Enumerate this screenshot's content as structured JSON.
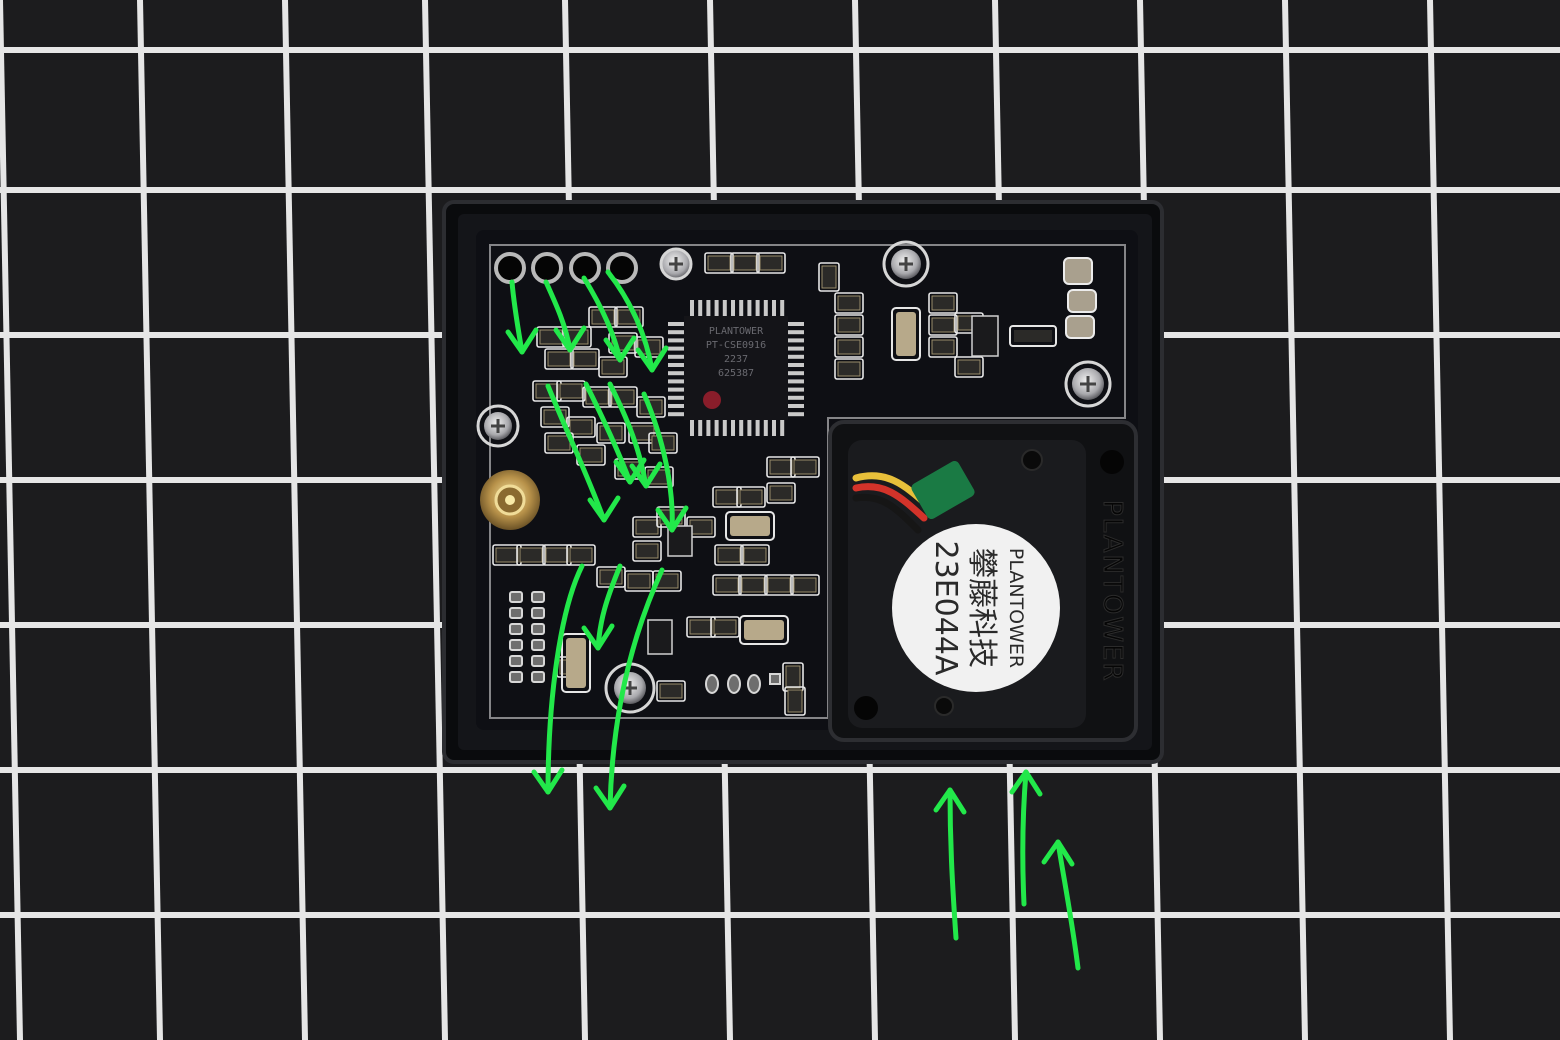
{
  "photo": {
    "label": {
      "line1": "PLANTOWER",
      "line2": "攀藤科技",
      "line3": "23E044A"
    },
    "housing_text": "PLANTOWER",
    "chip": {
      "line1": "PLANTOWER",
      "line2": "PT-CSE0916",
      "line3": "2237",
      "line4": "625387"
    },
    "colors": {
      "annotation": "#22e84a",
      "background": "#1c1c1e",
      "grid": "#e6e6e6",
      "pcb": "#0e0f14",
      "silkscreen": "#e8e8e8"
    }
  }
}
